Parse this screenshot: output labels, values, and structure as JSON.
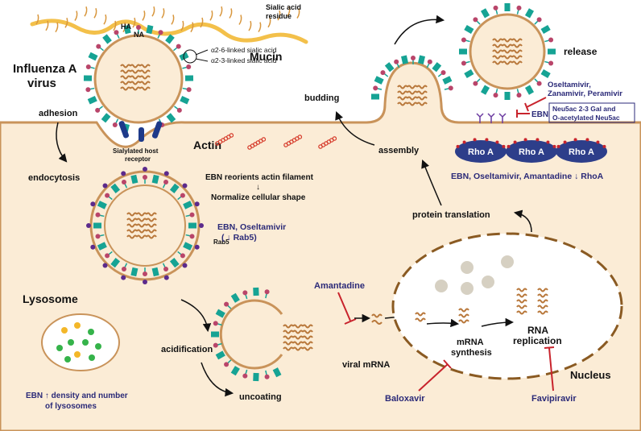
{
  "labels": {
    "virus_line1": "Influenza A",
    "virus_line2": "virus",
    "ha": "HA",
    "na": "NA",
    "sialic_line1": "Sialic acid",
    "sialic_line2": "residue",
    "mucin": "Mucin",
    "a26": "α2-6-linked sialic acid",
    "a23": "α2-3-linked sialic acid",
    "adhesion": "adhesion",
    "host_line1": "Sialylated host",
    "host_line2": "receptor",
    "actin": "Actin",
    "actin_effect_line1": "EBN reorients actin filament",
    "actin_arrow": "↓",
    "actin_effect_line2": "Normalize cellular shape",
    "endocytosis": "endocytosis",
    "rab5": "Rab5",
    "rab5_drugs_line1": "EBN, Oseltamivir",
    "rab5_drugs_line2": "( ↓ Rab5)",
    "lysosome": "Lysosome",
    "lysosome_effect_line1": "EBN ↑ density and number",
    "lysosome_effect_line2": "of lysosomes",
    "acidification": "acidification",
    "uncoating": "uncoating",
    "amantadine": "Amantadine",
    "viral_mrna": "viral mRNA",
    "mrna_line1": "mRNA",
    "mrna_line2": "synthesis",
    "rna_line1": "RNA",
    "rna_line2": "replication",
    "nucleus": "Nucleus",
    "baloxavir": "Baloxavir",
    "favipiravir": "Favipiravir",
    "protein_translation": "protein translation",
    "assembly": "assembly",
    "budding": "budding",
    "release": "release",
    "na_inhib_line1": "Oseltamivir,",
    "na_inhib_line2": "Zanamivir, Peramivir",
    "ebn": "EBN",
    "neu_line1": "Neu5ac 2-3 Gal and",
    "neu_line2": "O-acetylated Neu5ac",
    "rhoa": "Rho A",
    "rhoa_drugs": "EBN, Oseltamivir, Amantadine ↓ RhoA"
  },
  "colors": {
    "cell_fill": "#fbecd6",
    "membrane": "#c9935a",
    "ha_spike": "#16a394",
    "na_spike": "#b9456a",
    "rna": "#b8773a",
    "actin": "#d63b2b",
    "rhoa": "#2d3e8a",
    "inhibitor": "#c8232c",
    "drug_text": "#2b2a78",
    "rab5_dot": "#5c2a8c"
  },
  "icons": [
    "arrow-icon",
    "inhibitor-icon",
    "actin-filament-icon",
    "rhoa-protein-icon",
    "rna-segment-icon",
    "sialic-acid-receptor-icon"
  ]
}
